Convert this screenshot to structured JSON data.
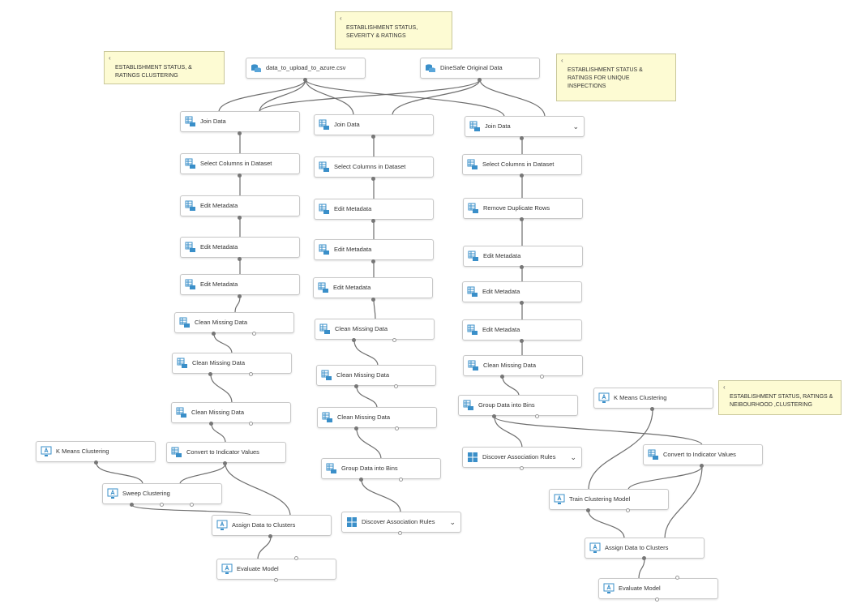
{
  "notes": [
    {
      "id": "note-1",
      "text": "ESTABLISHMENT STATUS, & RATINGS CLUSTERING"
    },
    {
      "id": "note-2",
      "text": "ESTABLISHMENT STATUS, SEVERITY & RATINGS"
    },
    {
      "id": "note-3",
      "text": "ESTABLISHMENT STATUS & RATINGS FOR UNIQUE INSPECTIONS"
    },
    {
      "id": "note-4",
      "text": "ESTABLISHMENT STATUS, RATINGS & NEIBOURHOOD ,CLUSTERING"
    }
  ],
  "datasets": [
    {
      "id": "ds-1",
      "label": "data_to_upload_to_azure.csv"
    },
    {
      "id": "ds-2",
      "label": "DineSafe Original Data"
    }
  ],
  "col1": {
    "join": "Join Data",
    "select": "Select Columns in Dataset",
    "meta1": "Edit Metadata",
    "meta2": "Edit Metadata",
    "meta3": "Edit Metadata",
    "clean1": "Clean Missing Data",
    "clean2": "Clean Missing Data",
    "clean3": "Clean Missing Data",
    "indicator": "Convert to Indicator Values",
    "kmeans": "K Means Clustering",
    "sweep": "Sweep Clustering",
    "assign": "Assign Data to Clusters",
    "evaluate": "Evaluate Model"
  },
  "col2": {
    "join": "Join Data",
    "select": "Select Columns in Dataset",
    "meta1": "Edit Metadata",
    "meta2": "Edit Metadata",
    "meta3": "Edit Metadata",
    "clean1": "Clean Missing Data",
    "clean2": "Clean Missing Data",
    "clean3": "Clean Missing Data",
    "group": "Group Data into Bins",
    "rules": "Discover Association Rules"
  },
  "col3": {
    "join": "Join Data",
    "select": "Select Columns in Dataset",
    "dedupe": "Remove Duplicate Rows",
    "meta1": "Edit Metadata",
    "meta2": "Edit Metadata",
    "meta3": "Edit Metadata",
    "clean": "Clean Missing Data",
    "group": "Group Data into Bins",
    "rules": "Discover Association Rules",
    "kmeans": "K Means Clustering",
    "indicator": "Convert to Indicator Values",
    "train": "Train Clustering Model",
    "assign": "Assign Data to Clusters",
    "evaluate": "Evaluate Model"
  },
  "icons": {
    "dataset": "database-icon",
    "module": "table-module-icon",
    "model": "model-monitor-icon",
    "rules": "grid-rules-icon",
    "dropdown": "chevron-down-icon"
  },
  "colors": {
    "icon": "#3a8fc9",
    "note_bg": "#fdfbd3",
    "wire": "#6e6e6e"
  }
}
